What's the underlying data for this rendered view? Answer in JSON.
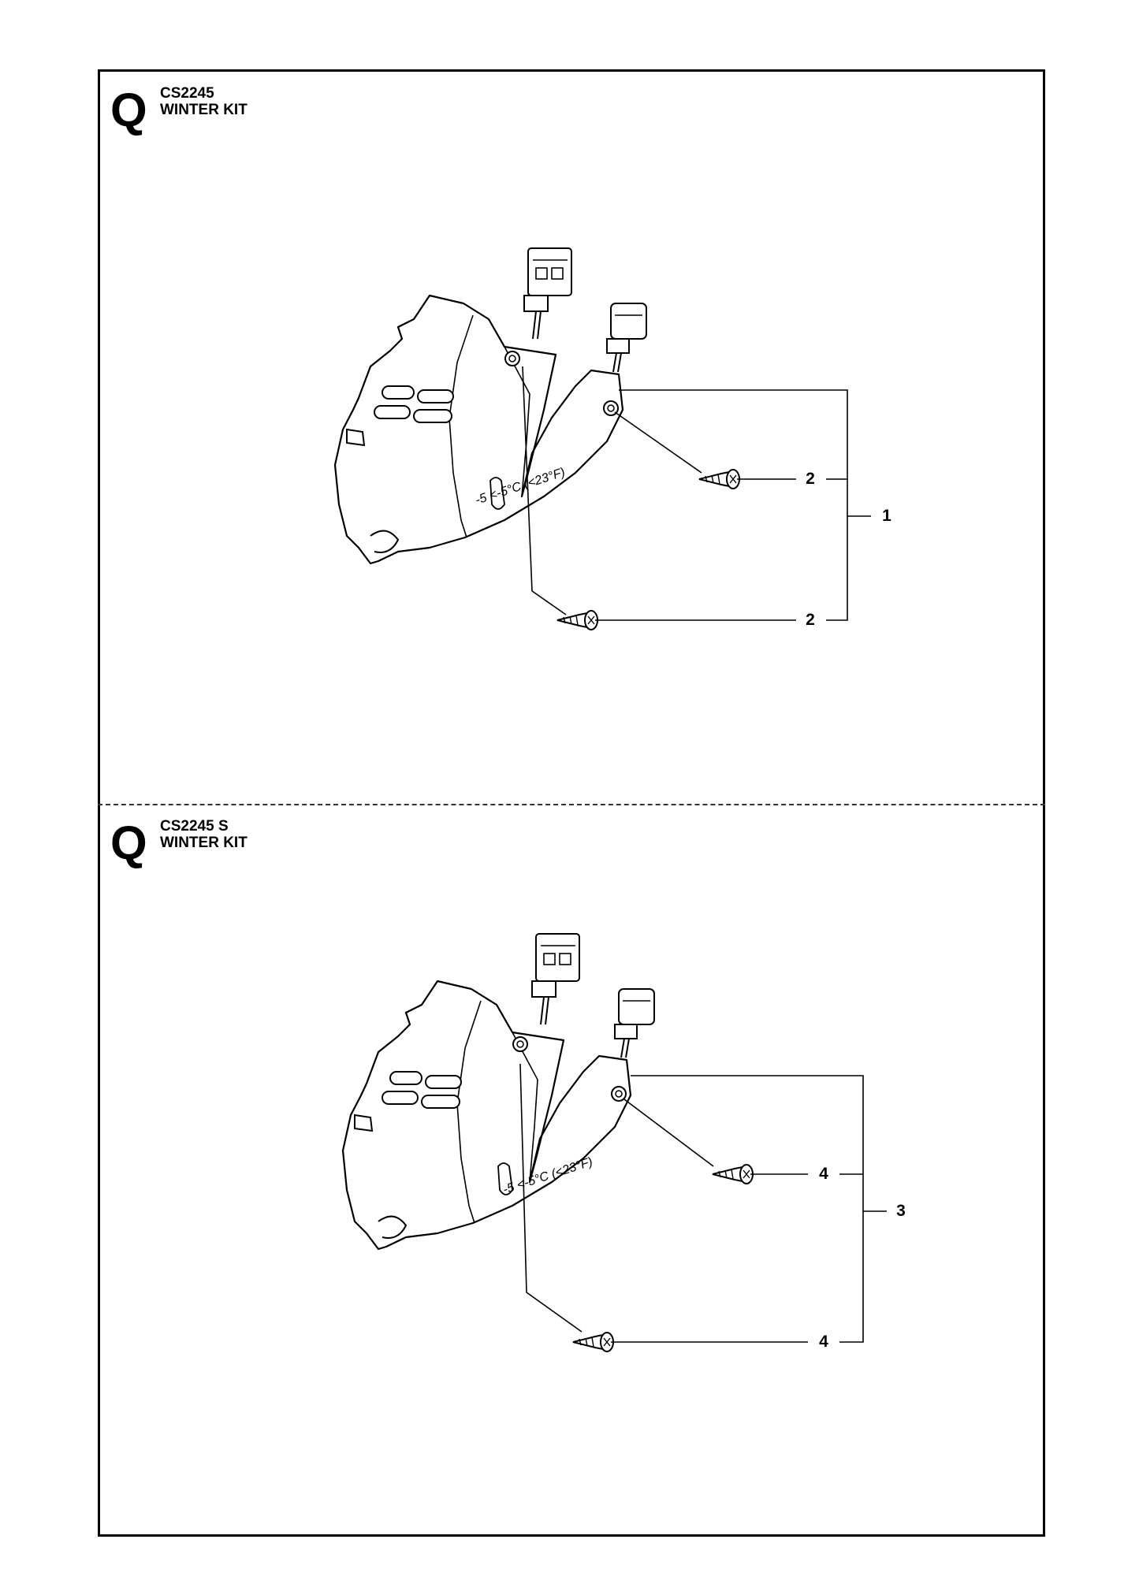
{
  "sections": [
    {
      "letter": "Q",
      "model": "CS2245",
      "name": "WINTER KIT",
      "callouts": {
        "assembly": "1",
        "screw_upper": "2",
        "screw_lower": "2"
      },
      "cover_marking": "-5 <-5°C (<23°F)"
    },
    {
      "letter": "Q",
      "model": "CS2245 S",
      "name": "WINTER KIT",
      "callouts": {
        "assembly": "3",
        "screw_upper": "4",
        "screw_lower": "4"
      },
      "cover_marking": "-5 <-5°C (<23°F)"
    }
  ]
}
